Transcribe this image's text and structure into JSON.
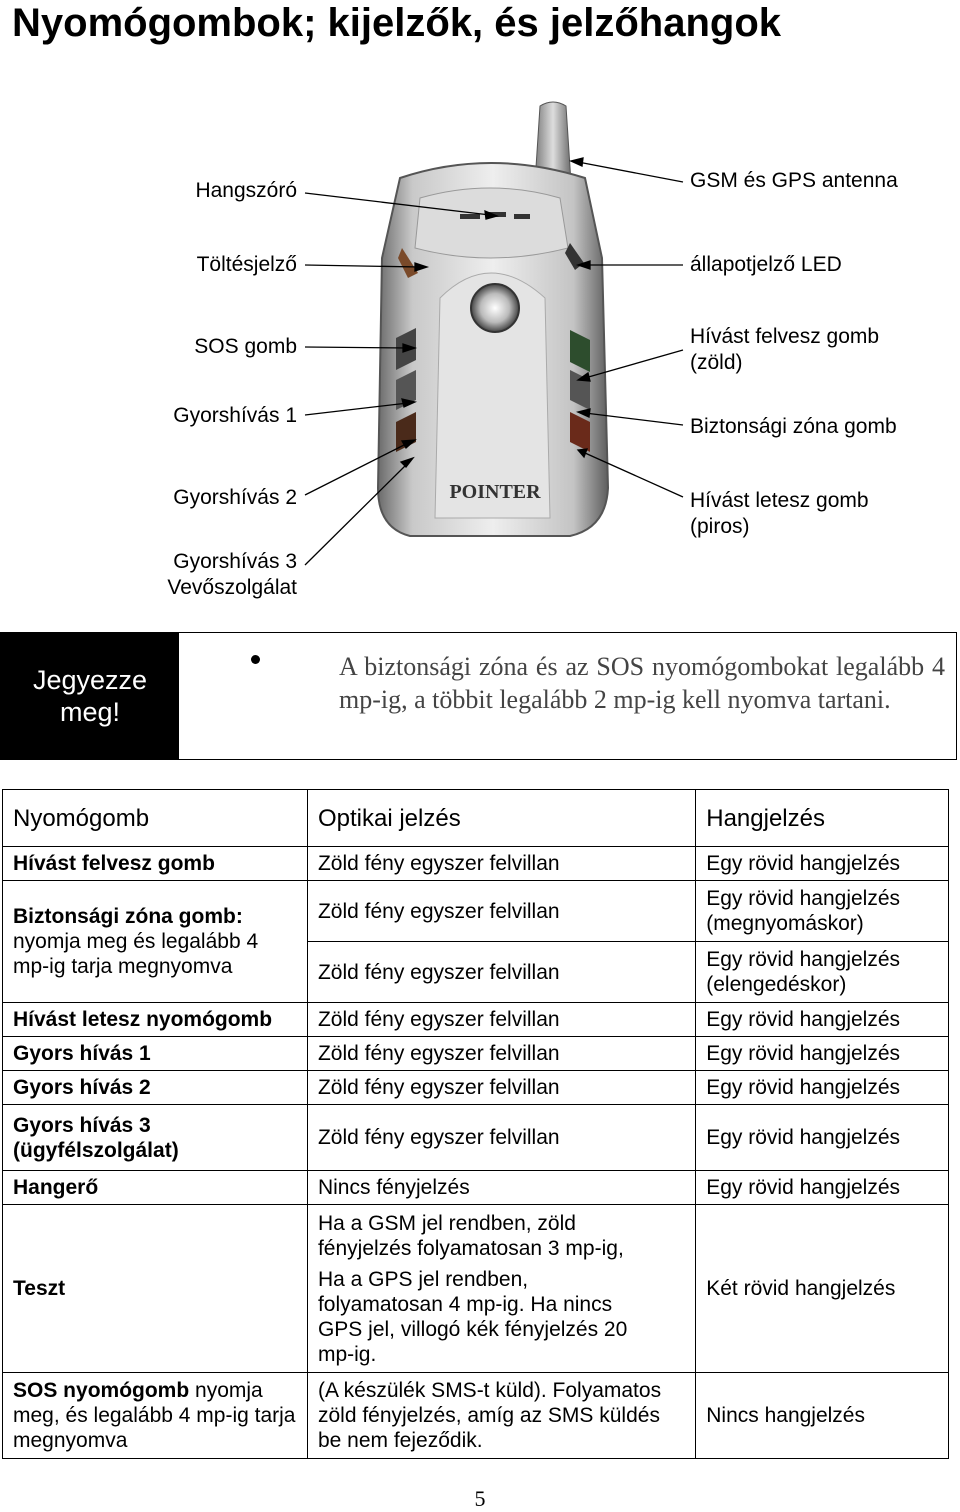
{
  "title": "Nyomógombok; kijelzők, és jelzőhangok",
  "labels_left": {
    "hangszoro": "Hangszóró",
    "toltesjelzo": "Töltésjelző",
    "sos": "SOS gomb",
    "gyors1": "Gyorshívás 1",
    "gyors2": "Gyorshívás 2",
    "gyors3_l1": "Gyorshívás 3",
    "gyors3_l2": "Vevőszolgálat"
  },
  "labels_right": {
    "antenna": "GSM és GPS antenna",
    "led": "állapotjelző LED",
    "felvesz_l1": "Hívást felvesz gomb",
    "felvesz_l2": "(zöld)",
    "zona": "Biztonsági zóna gomb",
    "letesz_l1": "Hívást letesz gomb",
    "letesz_l2": "(piros)"
  },
  "phone_brand": "POINTER",
  "note": {
    "label_l1": "Jegyezze",
    "label_l2": "meg!",
    "text": "A biztonsági zóna és az SOS nyomógombokat legalább 4 mp-ig, a többit legalább 2 mp-ig kell nyomva tartani."
  },
  "table": {
    "headers": [
      "Nyomógomb",
      "Optikai jelzés",
      "Hangjelzés"
    ],
    "r_felvesz": {
      "c1": "Hívást felvesz gomb",
      "c2": "Zöld fény egyszer felvillan",
      "c3": "Egy rövid hangjelzés"
    },
    "r_zona": {
      "c1_bold": "Biztonsági zóna gomb:",
      "c1_rest": "nyomja meg és legalább 4 mp-ig tarja megnyomva",
      "c2a": "Zöld fény egyszer felvillan",
      "c3a": "Egy rövid hangjelzés (megnyomáskor)",
      "c2b": "Zöld fény egyszer felvillan",
      "c3b": "Egy rövid hangjelzés (elengedéskor)"
    },
    "r_letesz": {
      "c1": "Hívást letesz nyomógomb",
      "c2": "Zöld fény egyszer felvillan",
      "c3": "Egy rövid hangjelzés"
    },
    "r_gy1": {
      "c1": "Gyors hívás 1",
      "c2": "Zöld fény egyszer felvillan",
      "c3": "Egy rövid hangjelzés"
    },
    "r_gy2": {
      "c1": "Gyors hívás 2",
      "c2": "Zöld fény egyszer felvillan",
      "c3": "Egy rövid hangjelzés"
    },
    "r_gy3": {
      "c1": "Gyors hívás 3 (ügyfélszolgálat)",
      "c2": "Zöld fény egyszer felvillan",
      "c3": "Egy rövid hangjelzés"
    },
    "r_hangero": {
      "c1": "Hangerő",
      "c2": "Nincs fényjelzés",
      "c3": "Egy rövid hangjelzés"
    },
    "r_teszt": {
      "c1": "Teszt",
      "c2a": "Ha a GSM jel rendben, zöld fényjelzés folyamatosan 3 mp-ig,",
      "c2b": "Ha a GPS jel rendben, folyamatosan 4 mp-ig. Ha nincs GPS jel, villogó kék fényjelzés 20 mp-ig.",
      "c3": "Két rövid hangjelzés"
    },
    "r_sos": {
      "c1_bold": "SOS nyomógomb",
      "c1_rest": " nyomja meg, és legalább 4 mp-ig tarja megnyomva",
      "c2": "(A készülék SMS-t küld). Folyamatos zöld fényjelzés, amíg az SMS küldés be nem fejeződik.",
      "c3": "Nincs hangjelzés"
    }
  },
  "page_number": "5"
}
